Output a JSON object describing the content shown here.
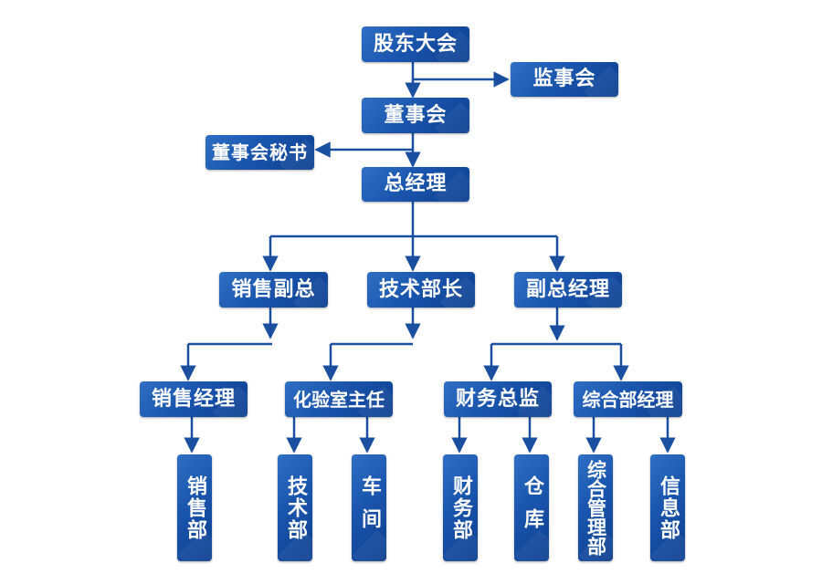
{
  "nodes": {
    "shareholders": "股东大会",
    "supervisors": "监事会",
    "board": "董事会",
    "board_secretary": "董事会秘书",
    "gm": "总经理",
    "sales_vp": "销售副总",
    "tech_director": "技术部长",
    "deputy_gm": "副总经理",
    "sales_manager": "销售经理",
    "lab_head": "化验室主任",
    "finance_director": "财务总监",
    "admin_manager": "综合部经理",
    "sales_dept": "销售部",
    "tech_dept": "技术部",
    "workshop": "车间",
    "finance_dept": "财务部",
    "warehouse": "仓库",
    "admin_dept": "综合管理部",
    "info_dept": "信息部"
  },
  "colors": {
    "node": "#1a55ad",
    "line": "#1a4fa0"
  }
}
